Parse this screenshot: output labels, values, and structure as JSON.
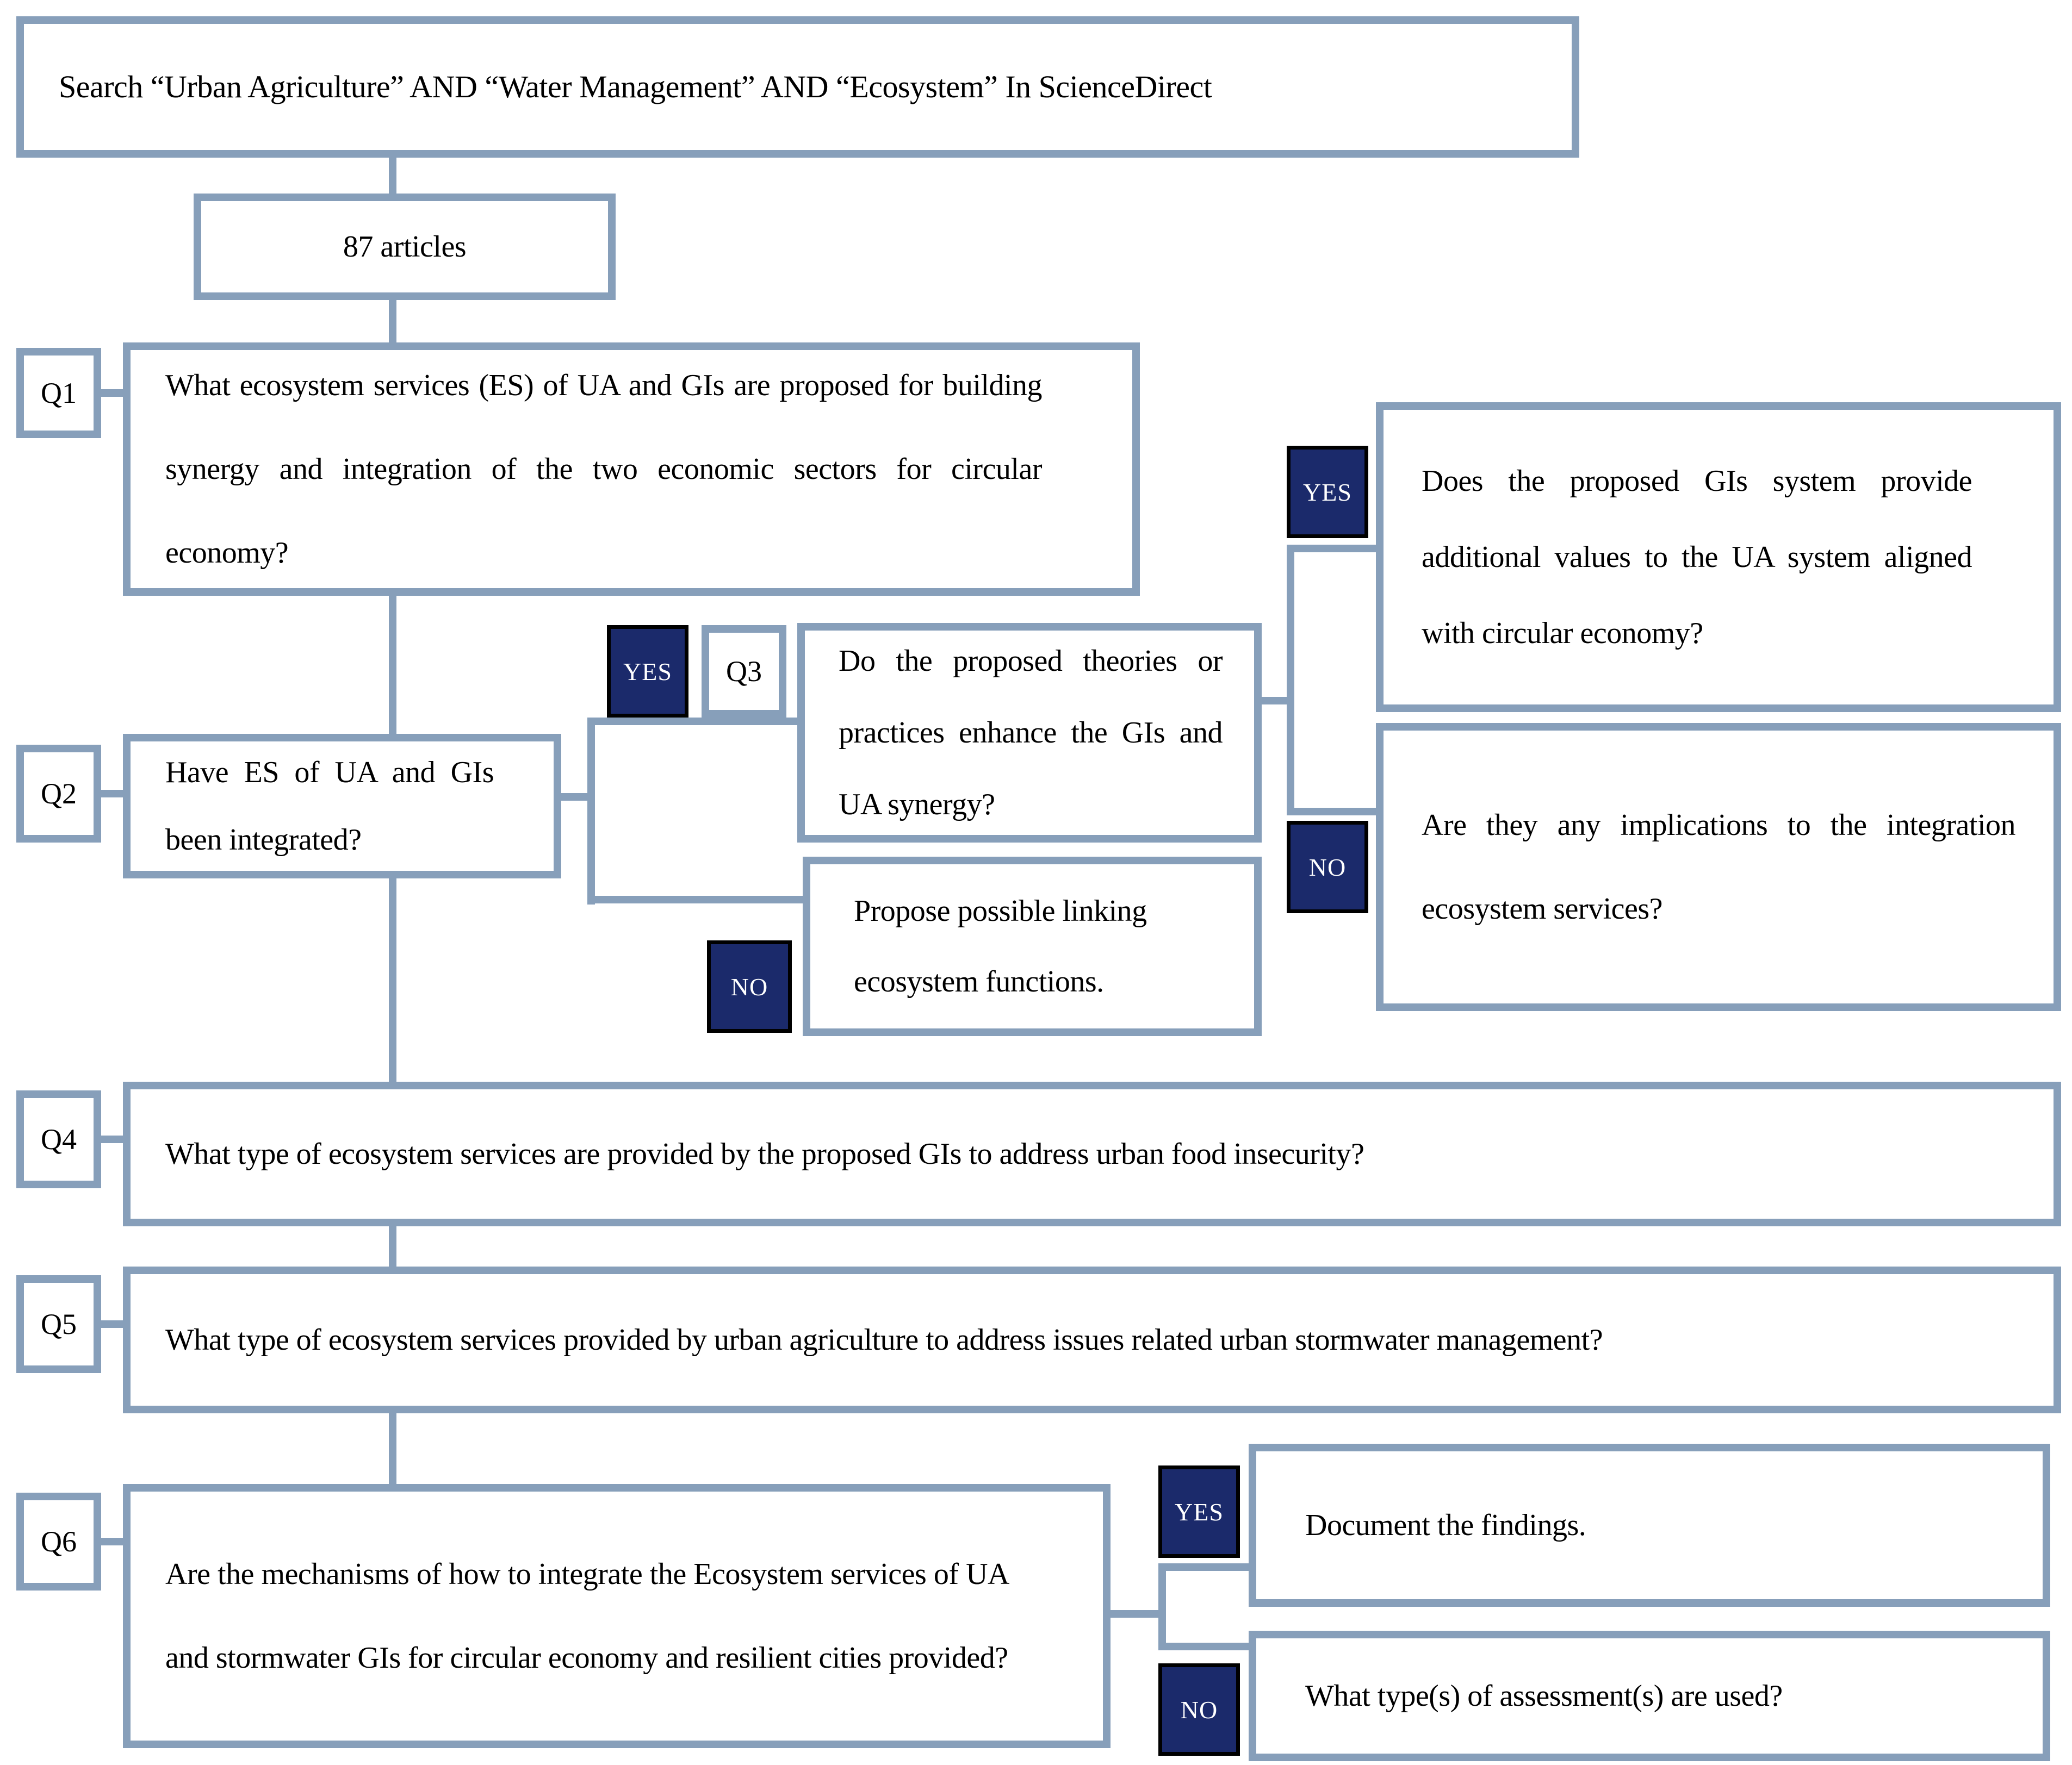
{
  "colors": {
    "connector": "#879fba",
    "node_border": "#879fba",
    "decision_fill": "#1b2a6b",
    "decision_border": "#000000",
    "text": "#000000",
    "background": "#ffffff"
  },
  "nodes": {
    "search": {
      "text": "Search “Urban Agriculture” AND “Water Management” AND “Ecosystem” In ScienceDirect"
    },
    "articles": {
      "text": "87 articles"
    },
    "q1": {
      "label": "Q1",
      "question": "What ecosystem services (ES) of UA and GIs are proposed for building synergy and integration of the two economic sectors for circular economy?"
    },
    "q2": {
      "label": "Q2",
      "question": "Have ES of UA and GIs been integrated?"
    },
    "q3": {
      "label": "Q3",
      "branch_label": "YES",
      "question": "Do the proposed theories or practices enhance the GIs and UA synergy?"
    },
    "q2_no": {
      "branch_label": "NO",
      "text": "Propose possible linking ecosystem functions."
    },
    "q3_yes": {
      "branch_label": "YES",
      "text": "Does the proposed GIs system provide additional values to the UA system aligned with circular economy?"
    },
    "q3_no": {
      "branch_label": "NO",
      "text": "Are they any implications to the integration ecosystem services?"
    },
    "q4": {
      "label": "Q4",
      "question": "What type of ecosystem services are provided by the proposed GIs to address urban food insecurity?"
    },
    "q5": {
      "label": "Q5",
      "question": "What type of ecosystem services provided by urban agriculture to address issues related urban stormwater management?"
    },
    "q6": {
      "label": "Q6",
      "question": "Are the mechanisms of how to integrate the Ecosystem services of UA and stormwater GIs for circular economy and resilient cities provided?"
    },
    "q6_yes": {
      "branch_label": "YES",
      "text": "Document the findings."
    },
    "q6_no": {
      "branch_label": "NO",
      "text": "What type(s) of assessment(s) are used?"
    }
  }
}
